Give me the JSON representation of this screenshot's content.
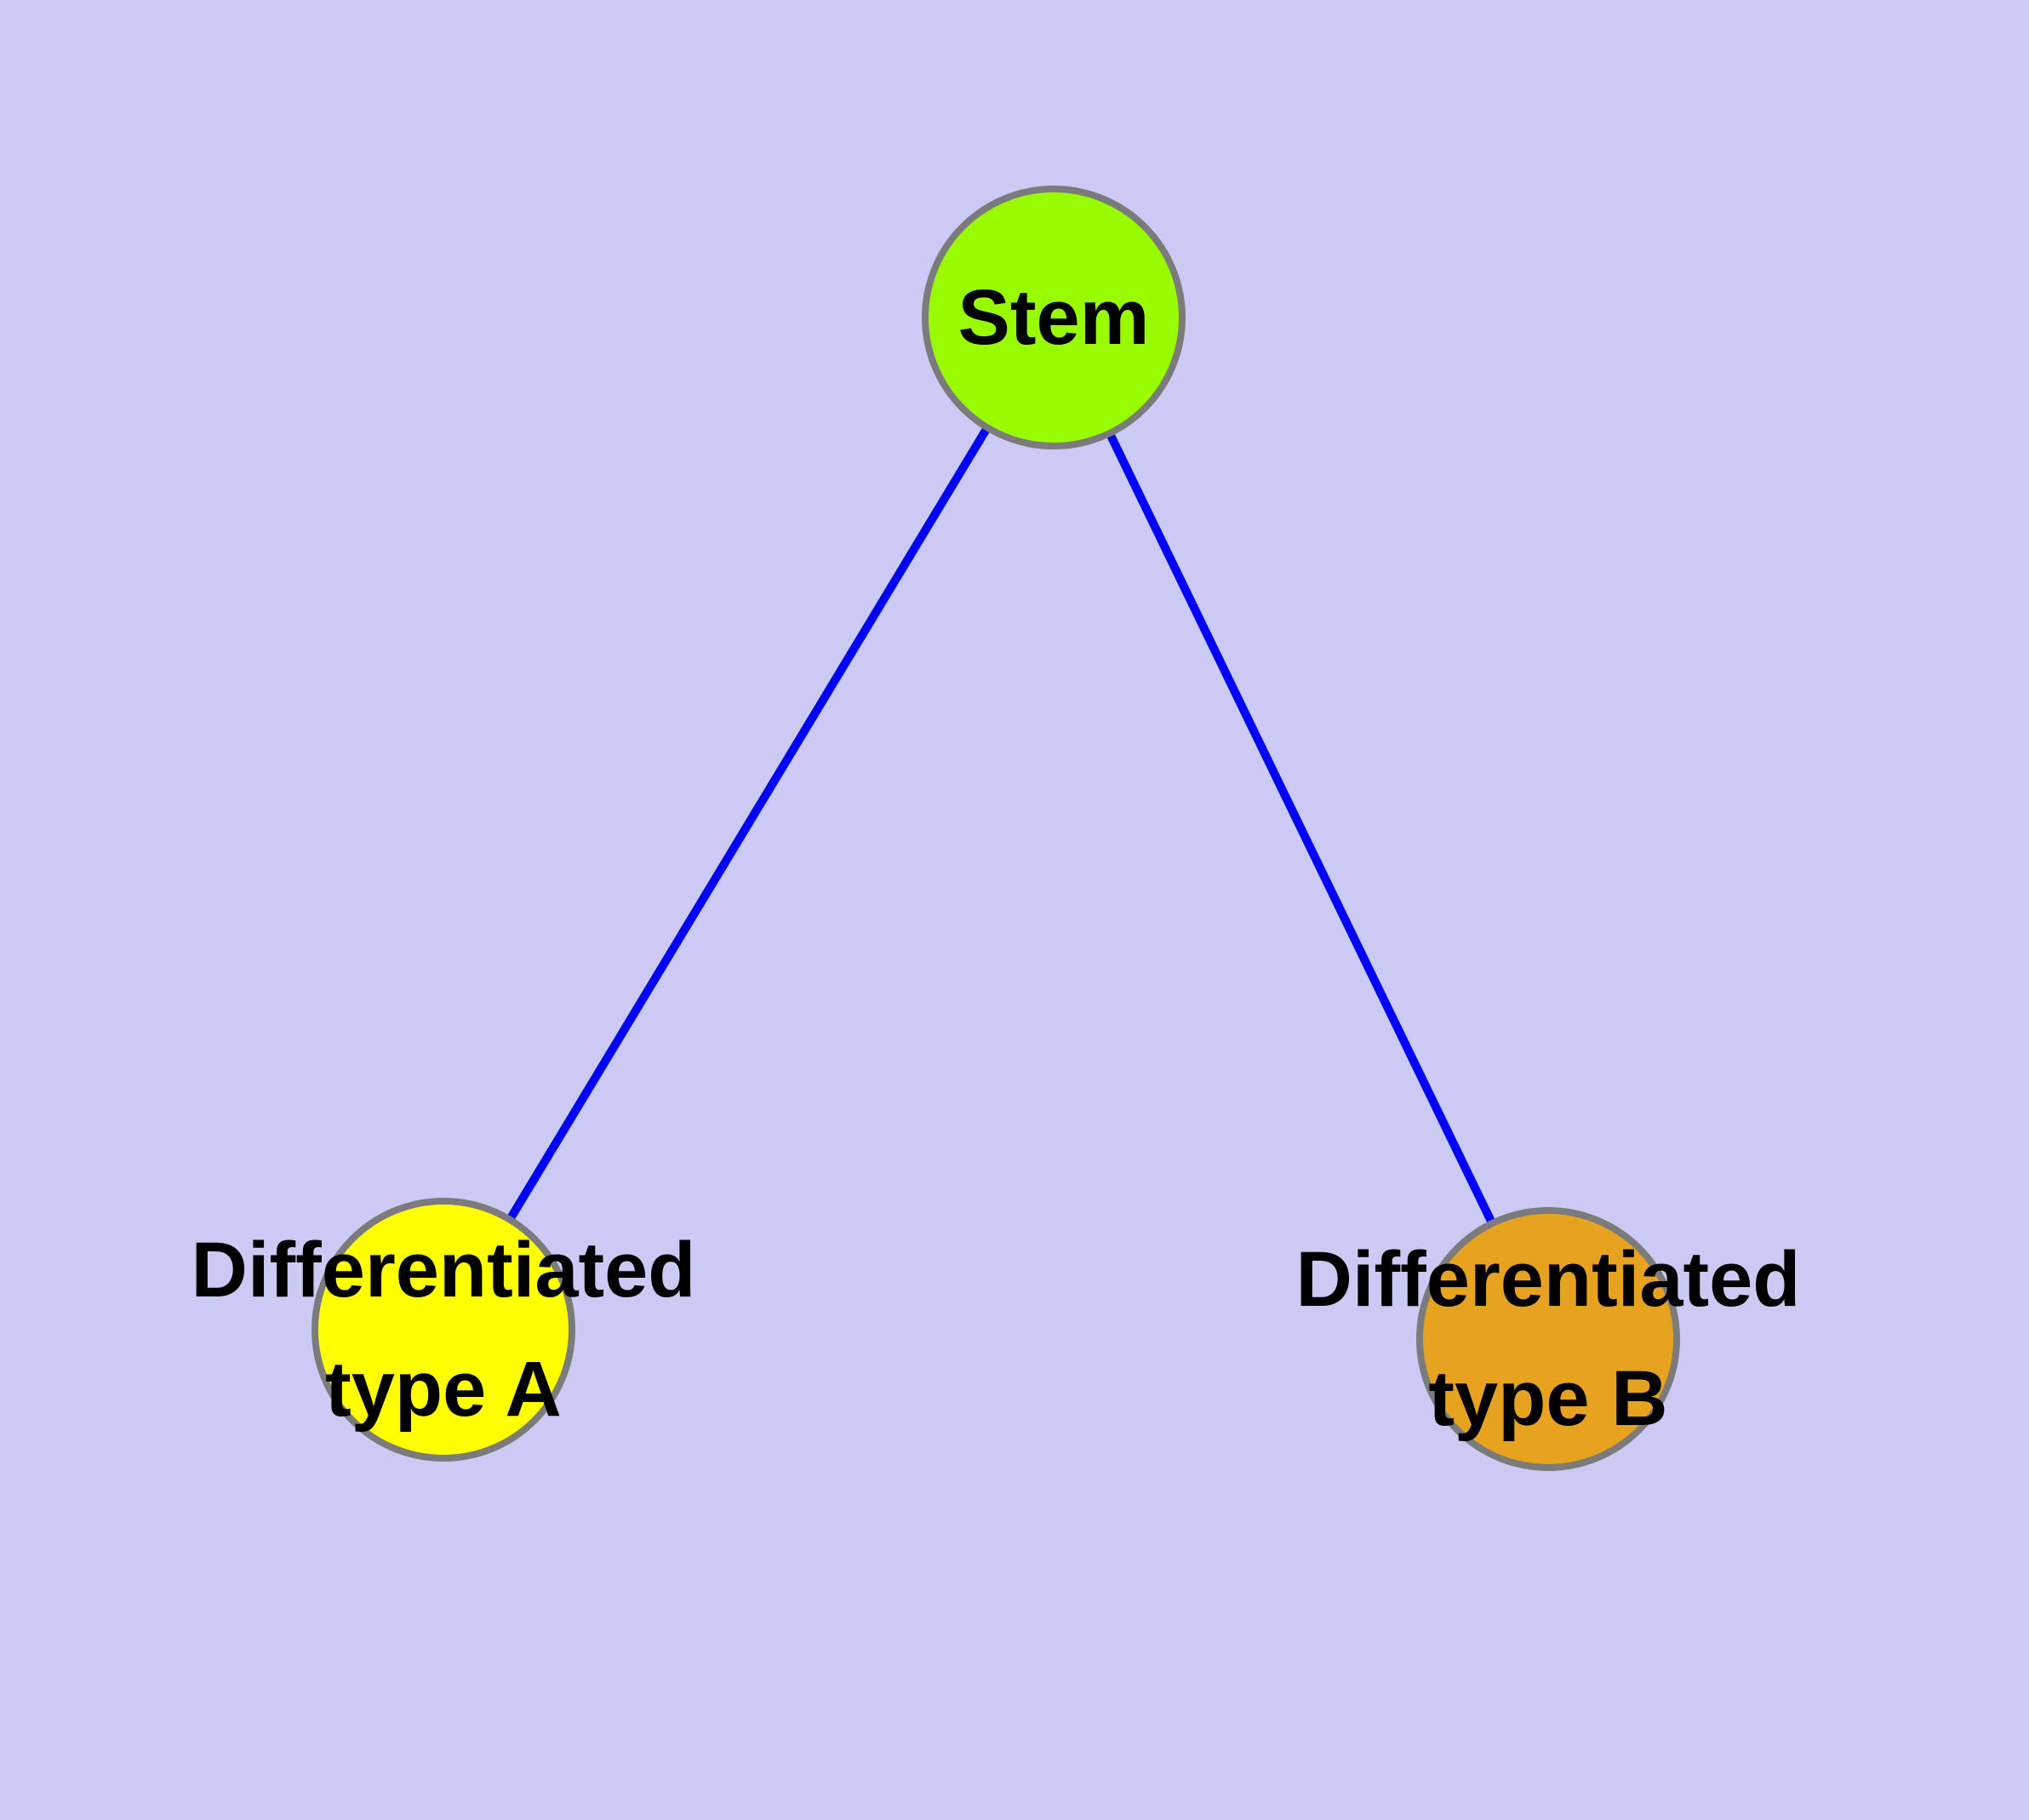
{
  "diagram": {
    "type": "graph",
    "description": "Cell differentiation tree: one stem node linked to two differentiated type nodes",
    "palette": {
      "background": "#CACAF5",
      "edge": "#0202FA",
      "node_border": "#7B7B7B",
      "label": "#000000"
    },
    "nodes": [
      {
        "id": "stem",
        "label": "Stem",
        "lines": [
          "Stem"
        ],
        "fill": "#99FB00"
      },
      {
        "id": "type-a",
        "label": "Differentiated type A",
        "lines": [
          "Differentiated",
          "type A"
        ],
        "fill": "#FFFF00"
      },
      {
        "id": "type-b",
        "label": "Differentiated type B",
        "lines": [
          "Differentiated",
          "type B"
        ],
        "fill": "#E7A21F"
      }
    ],
    "edges": [
      {
        "from": "stem",
        "to": "type-a"
      },
      {
        "from": "stem",
        "to": "type-b"
      }
    ]
  }
}
